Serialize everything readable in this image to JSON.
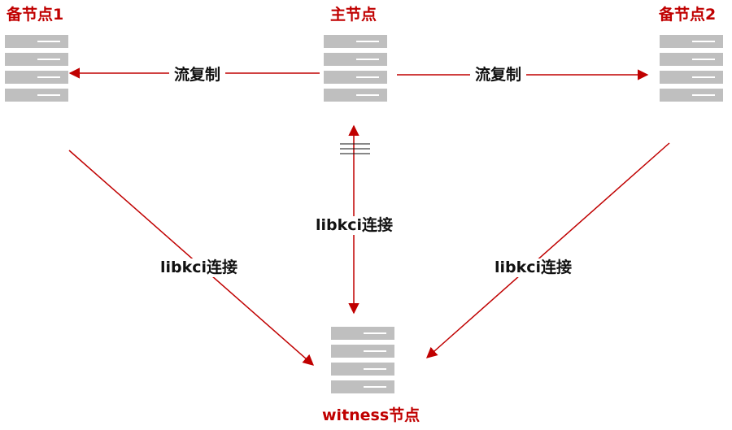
{
  "nodes": {
    "standby1": {
      "title": "备节点1"
    },
    "primary": {
      "title": "主节点"
    },
    "standby2": {
      "title": "备节点2"
    },
    "witness": {
      "title": "witness节点"
    }
  },
  "edges": {
    "primary_to_standby1": {
      "label": "流复制"
    },
    "primary_to_standby2": {
      "label": "流复制"
    },
    "standby1_to_witness": {
      "label": "libkci连接"
    },
    "primary_witness": {
      "label": "libkci连接"
    },
    "standby2_to_witness": {
      "label": "libkci连接"
    }
  },
  "colors": {
    "accent": "#c00000",
    "server": "#bfbfbf",
    "text": "#111111"
  }
}
